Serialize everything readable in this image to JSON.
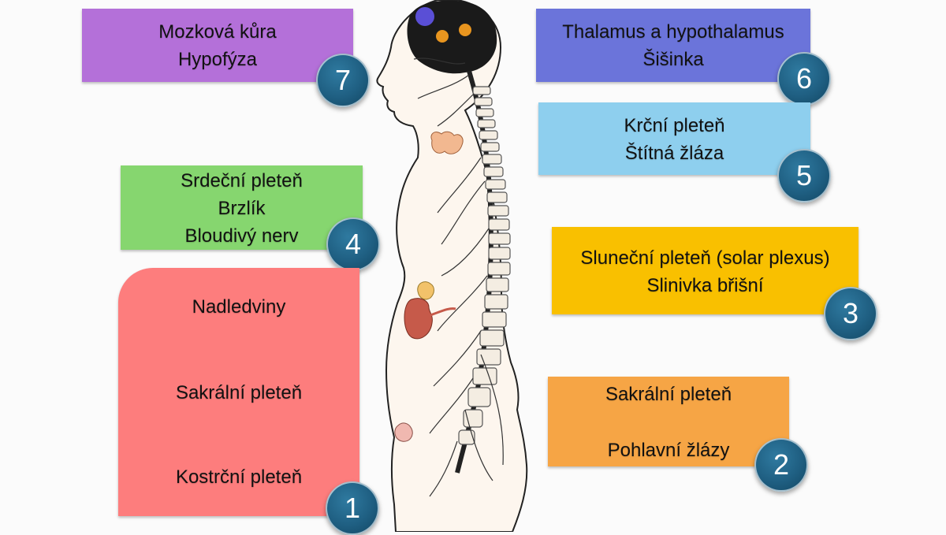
{
  "boxes": [
    {
      "number": "7",
      "lines": [
        "Mozková kůra",
        "Hypofýza"
      ],
      "color": "#b470d9"
    },
    {
      "number": "6",
      "lines": [
        "Thalamus a hypothalamus",
        "Šišinka"
      ],
      "color": "#6b74da"
    },
    {
      "number": "5",
      "lines": [
        "Krční pleteň",
        "Štítná žláza"
      ],
      "color": "#8ecfee"
    },
    {
      "number": "4",
      "lines": [
        "Srdeční pleteň",
        "Brzlík",
        "Bloudivý nerv"
      ],
      "color": "#86d66f"
    },
    {
      "number": "3",
      "lines": [
        "Sluneční pleteň (solar plexus)",
        "Slinivka břišní"
      ],
      "color": "#f9c000"
    },
    {
      "number": "2",
      "lines": [
        "Sakrální pleteň",
        "Pohlavní žlázy"
      ],
      "color": "#f6a545"
    },
    {
      "number": "1",
      "lines": [
        "Nadledviny",
        "Sakrální pleteň",
        "Kostrční pleteň"
      ],
      "color": "#fd7d7d"
    }
  ],
  "figure": {
    "brain_dots": [
      {
        "color": "#5a4fd6"
      },
      {
        "color": "#e8951f"
      },
      {
        "color": "#e8951f"
      }
    ],
    "thyroid_color": "#f2b890",
    "kidney_color": "#c65a4a",
    "adrenal_color": "#f2c26a",
    "gonad_color": "#f0b8b0"
  }
}
